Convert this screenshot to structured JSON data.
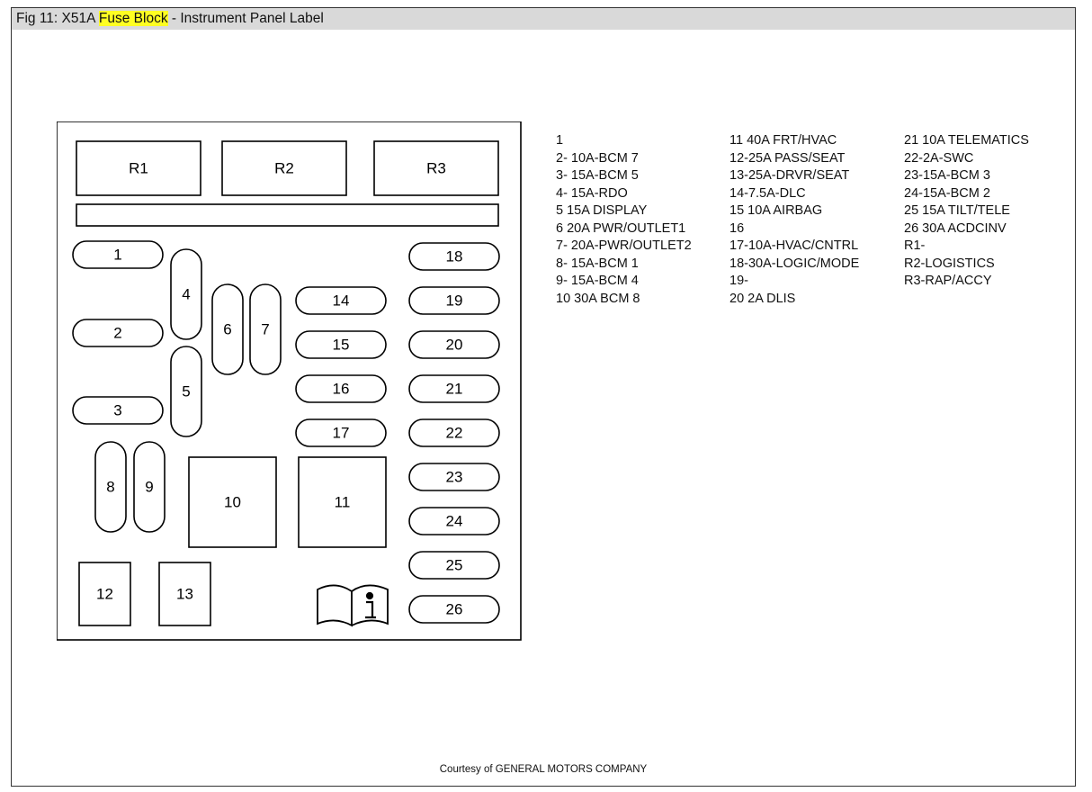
{
  "title": {
    "prefix": "Fig 11: X51A ",
    "highlight": "Fuse Block",
    "suffix": " - Instrument Panel Label",
    "highlight_color": "#ffff22"
  },
  "diagram": {
    "relays": [
      "R1",
      "R2",
      "R3"
    ],
    "fuses": [
      "1",
      "2",
      "3",
      "4",
      "5",
      "6",
      "7",
      "8",
      "9",
      "10",
      "11",
      "12",
      "13",
      "14",
      "15",
      "16",
      "17",
      "18",
      "19",
      "20",
      "21",
      "22",
      "23",
      "24",
      "25",
      "26"
    ],
    "icon": "owner-manual-info-icon"
  },
  "legend": {
    "col1": [
      "1",
      "2- 10A-BCM 7",
      "3- 15A-BCM 5",
      "4- 15A-RDO",
      "5  15A DISPLAY",
      "6  20A PWR/OUTLET1",
      "7- 20A-PWR/OUTLET2",
      "8- 15A-BCM 1",
      "9- 15A-BCM 4",
      "10 30A BCM 8"
    ],
    "col2": [
      "11 40A FRT/HVAC",
      "12-25A PASS/SEAT",
      "13-25A-DRVR/SEAT",
      "14-7.5A-DLC",
      "15  10A AIRBAG",
      "16",
      "17-10A-HVAC/CNTRL",
      "18-30A-LOGIC/MODE",
      "19-",
      "20 2A DLIS"
    ],
    "col3": [
      "21 10A TELEMATICS",
      "22-2A-SWC",
      "23-15A-BCM 3",
      "24-15A-BCM 2",
      "25 15A TILT/TELE",
      "26 30A ACDCINV",
      "R1-",
      "R2-LOGISTICS",
      "R3-RAP/ACCY"
    ]
  },
  "courtesy": "Courtesy of GENERAL MOTORS COMPANY"
}
